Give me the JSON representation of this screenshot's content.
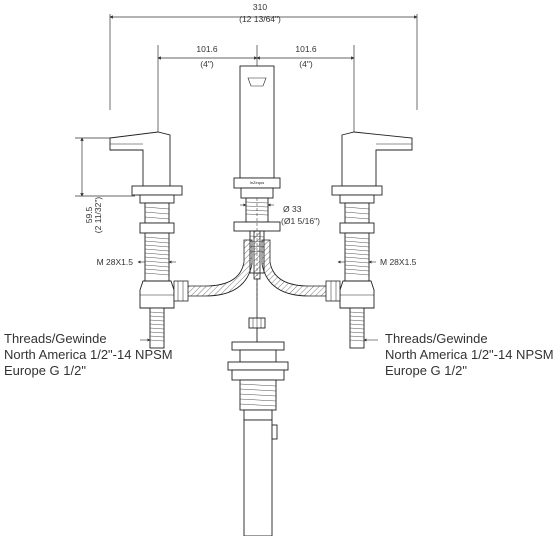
{
  "dimensions": {
    "overall_width": "310",
    "overall_width_in": "(12 13/64\")",
    "spacing_left": "101.6",
    "spacing_left_in": "(4\")",
    "spacing_right": "101.6",
    "spacing_right_in": "(4\")",
    "handle_height": "59.5",
    "handle_height_in": "(2 11/32\")",
    "drain_diameter": "Ø  33",
    "drain_diameter_in": "(Ø1 5/16\")",
    "thread_left": "M 28X1.5",
    "thread_right": "M 28X1.5"
  },
  "brand_mark": "InZeqos",
  "thread_note_left": {
    "line1": "Threads/Gewinde",
    "line2": "North America 1/2\"-14 NPSM",
    "line3": "Europe G 1/2\""
  },
  "thread_note_right": {
    "line1": "Threads/Gewinde",
    "line2": "North America 1/2\"-14 NPSM",
    "line3": "Europe G 1/2\""
  }
}
